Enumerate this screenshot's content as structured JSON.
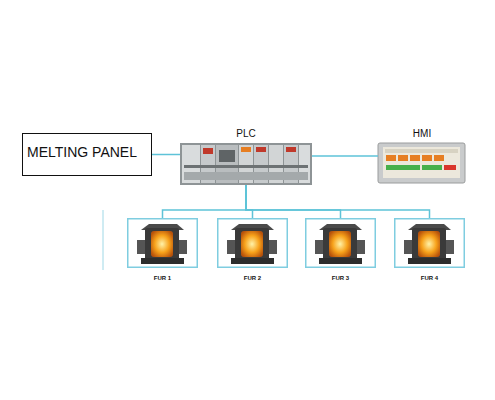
{
  "diagram": {
    "nodes": [
      {
        "text": [
          "MELTING PANEL"
        ]
      },
      {
        "text": [
          "PLC"
        ]
      },
      {
        "text": [
          "HMI"
        ]
      },
      {
        "text": [
          "FUR 1"
        ]
      },
      {
        "text": [
          "FUR 2"
        ]
      },
      {
        "text": [
          "FUR 3"
        ]
      },
      {
        "text": [
          "FUR 4"
        ]
      }
    ],
    "edges": [
      {
        "from": 0,
        "to": 1,
        "arrow": "none"
      },
      {
        "from": 1,
        "to": 2,
        "arrow": "none"
      },
      {
        "from": 1,
        "to": 3,
        "arrow": "none"
      },
      {
        "from": 1,
        "to": 4,
        "arrow": "none"
      },
      {
        "from": 1,
        "to": 5,
        "arrow": "none"
      },
      {
        "from": 1,
        "to": 6,
        "arrow": "none"
      }
    ]
  }
}
